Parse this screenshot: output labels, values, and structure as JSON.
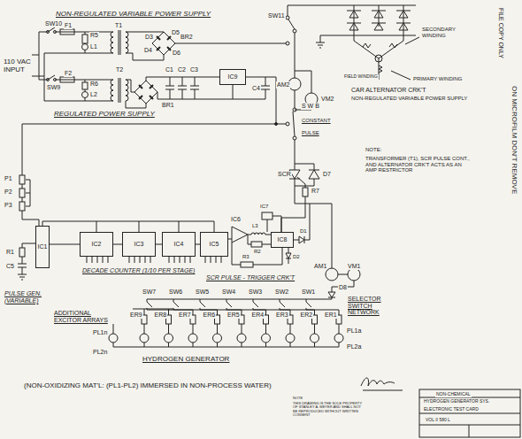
{
  "diagram": {
    "nodes": [
      {
        "text": [
          "IC1"
        ]
      },
      {
        "text": [
          "IC2"
        ]
      },
      {
        "text": [
          "IC3"
        ]
      },
      {
        "text": [
          "IC4"
        ]
      },
      {
        "text": [
          "IC5"
        ]
      },
      {
        "text": [
          "IC9"
        ]
      },
      {
        "text": [
          "IC8"
        ]
      }
    ],
    "edges": [
      {
        "from": 0,
        "to": 1,
        "arrow": "none"
      },
      {
        "from": 1,
        "to": 2,
        "arrow": "none"
      },
      {
        "from": 2,
        "to": 3,
        "arrow": "none"
      },
      {
        "from": 3,
        "to": 4,
        "arrow": "none"
      }
    ],
    "labels": [
      "NON-REGULATED VARIABLE POWER SUPPLY",
      "SW10",
      "F1",
      "110 VAC INPUT",
      "R5",
      "T1",
      "D3",
      "D5",
      "L1",
      "D4",
      "D6",
      "BR2",
      "F2",
      "SW9",
      "R6",
      "L2",
      "T2",
      "C1",
      "C2",
      "C3",
      "C4",
      "BR1",
      "REGULATED POWER SUPPLY",
      "SW11",
      "SECONDARY WINDING",
      "FIELD WINDING",
      "PRIMARY WINDING",
      "AM2",
      "VM2",
      "CAR ALTERNATOR CRK'T",
      "NON-REGULATED VARIABLE POWER SUPPLY",
      "S W B",
      "CONSTANT",
      "PULSE",
      "SCR",
      "D7",
      "R7",
      "NOTE:",
      "TRANSFORMER (T1), SCR PULSE CONT., AND ALTERNATOR CRK'T ACTS AS AN AMP RESTRICTOR",
      "P1",
      "P2",
      "P3",
      "R1",
      "C5",
      "PULSE GEN. (VARIABLE)",
      "DECADE COUNTER (1/10 PER STAGE)",
      "IC6",
      "R2",
      "L3",
      "R3",
      "IC7",
      "D1",
      "D2",
      "SCR PULSE - TRIGGER CRK'T",
      "AM1",
      "VM1",
      "D8",
      "SELECTOR SWITCH NETWORK",
      "ADDITIONAL EXCITOR ARRAYS",
      "SW7",
      "SW6",
      "SW5",
      "SW4",
      "SW3",
      "SW2",
      "SW1",
      "ER9",
      "ER8",
      "ER7",
      "ER6",
      "ER5",
      "ER4",
      "ER3",
      "ER2",
      "ER1",
      "PL1n",
      "PL2n",
      "PL1a",
      "PL2a",
      "HYDROGEN GENERATOR",
      "(NON-OXIDIZING MAT'L: (PL1-PL2) IMMERSED IN NON-PROCESS WATER)",
      "FILE COPY ONLY",
      "ON MICROFILM DON'T REMOVE",
      "NOTE",
      "THIS DRAWING IS THE SOLE PROPERTY OF STANLEY A. MEYER AND SHALL NOT BE REPRODUCED WITHOUT WRITTEN CONSENT",
      "NON-CHEMICAL",
      "HYDROGEN GENERATOR SYS.",
      "ELECTRONIC TEST CARD",
      "VOL II 580 L"
    ]
  }
}
